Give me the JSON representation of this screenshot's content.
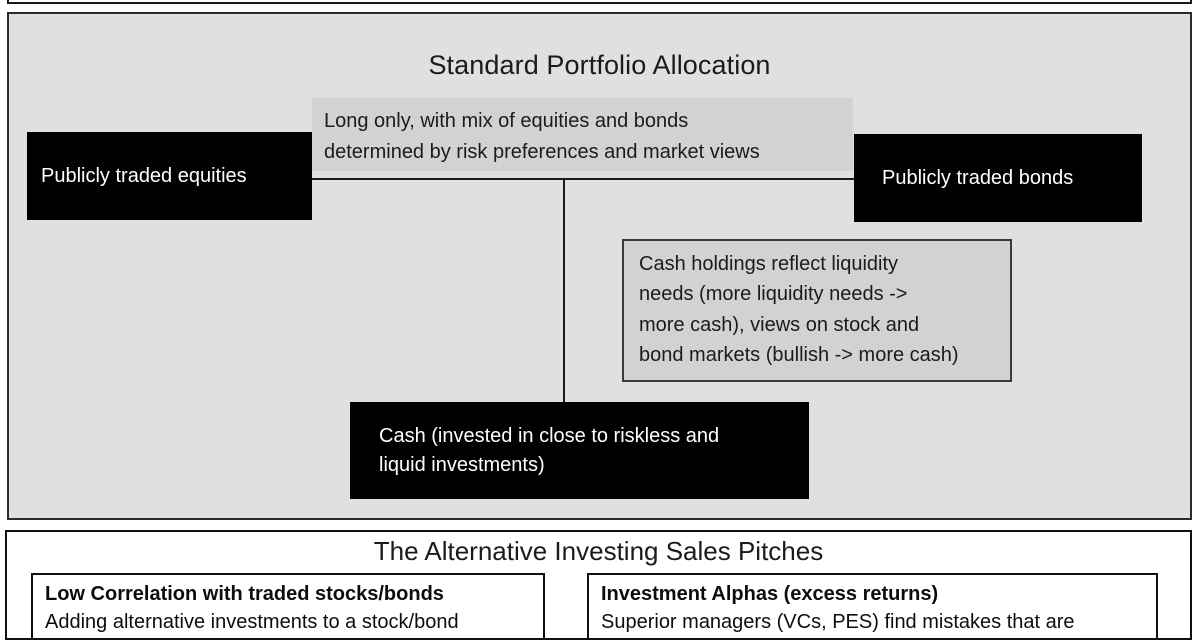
{
  "slide": {
    "background_color": "#ffffff"
  },
  "diagram_panel": {
    "title": "Standard Portfolio Allocation",
    "background_color": "#e0e0e0",
    "border_color": "#2b2b2b",
    "boxes": {
      "equities": {
        "label": "Publicly traded equities",
        "fill": "#000000",
        "text_color": "#ffffff"
      },
      "bonds": {
        "label": "Publicly traded bonds",
        "fill": "#000000",
        "text_color": "#ffffff"
      },
      "cash": {
        "line1": "Cash (invested in close to riskless and",
        "line2": "liquid investments)",
        "fill": "#000000",
        "text_color": "#ffffff"
      }
    },
    "callouts": {
      "allocation_note": {
        "line1": "Long only, with mix of equities and bonds",
        "line2": "determined by risk preferences and market views",
        "fill": "#d2d2d2"
      },
      "cash_note": {
        "line1": "Cash holdings reflect liquidity",
        "line2": "needs (more liquidity needs ->",
        "line3": "more cash), views on stock and",
        "line4": "bond markets (bullish -> more cash)",
        "fill": "#d2d2d2",
        "border": "#3a3a3a"
      }
    }
  },
  "pitches_panel": {
    "title": "The Alternative Investing Sales Pitches",
    "cards": [
      {
        "heading": "Low Correlation with traded stocks/bonds",
        "body_line1": "Adding alternative investments to a stock/bond"
      },
      {
        "heading": "Investment Alphas (excess returns)",
        "body_line1": "Superior managers (VCs, PES) find mistakes that are"
      }
    ]
  }
}
